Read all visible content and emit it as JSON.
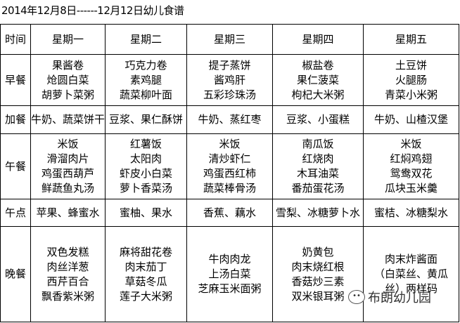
{
  "title": "2014年12月8日------12月12日幼儿食谱",
  "header": [
    "时间",
    "星期一",
    "星期二",
    "星期三",
    "星期四",
    "星期五"
  ],
  "rows": [
    {
      "label": "早餐",
      "cells": [
        [
          "果酱卷",
          "炝圆白菜",
          "胡萝卜菜粥"
        ],
        [
          "巧克力卷",
          "素鸡腿",
          "蔬菜柳叶面"
        ],
        [
          "提子蒸饼",
          "酱鸡肝",
          "五彩珍珠汤"
        ],
        [
          "椒盐卷",
          "果仁菠菜",
          "枸杞大米粥"
        ],
        [
          "土豆饼",
          "火腿肠",
          "青菜小米粥"
        ]
      ]
    },
    {
      "label": "加餐",
      "cells": [
        [
          "牛奶、蔬菜饼干"
        ],
        [
          "豆浆、果仁酥饼"
        ],
        [
          "牛奶、蒸红枣"
        ],
        [
          "豆浆、小蛋糕"
        ],
        [
          "牛奶、山楂汉堡"
        ]
      ]
    },
    {
      "label": "午餐",
      "cells": [
        [
          "米饭",
          "滑溜肉片",
          "鸡蛋西葫芦",
          "鲜蔬鱼丸汤"
        ],
        [
          "红薯饭",
          "太阳肉",
          "虾皮小白菜",
          "萝卜香菜汤"
        ],
        [
          "米饭",
          "清炒虾仁",
          "鸡蛋西红柿",
          "蔬菜棒骨汤"
        ],
        [
          "南瓜饭",
          "红烧肉",
          "木耳油菜",
          "番茄蛋花汤"
        ],
        [
          "米饭",
          "红焖鸡翅",
          "鸳鸯双花",
          "瓜块玉米羹"
        ]
      ]
    },
    {
      "label": "午点",
      "cells": [
        [
          "苹果、蜂蜜水"
        ],
        [
          "蜜柚、果水"
        ],
        [
          "香蕉、藕水"
        ],
        [
          "雪梨、冰糖萝卜水"
        ],
        [
          "蜜桔、冰糖梨水"
        ]
      ]
    },
    {
      "label": "晚餐",
      "cells": [
        [
          "双色发糕",
          "肉丝洋葱",
          "西芹百合",
          "飘香紫米粥"
        ],
        [
          "麻将甜花卷",
          "肉末茄丁",
          "草菇冬瓜",
          "莲子大米粥"
        ],
        [
          "牛肉肉龙",
          "上汤白菜",
          "芝麻玉米面粥"
        ],
        [
          "奶黄包",
          "肉末烧红根",
          "香菇炒三素",
          "双米银耳粥"
        ],
        [
          "肉末炸酱面",
          "（白菜丝、黄瓜",
          "丝）两样码"
        ]
      ]
    }
  ],
  "watermark": "布朗幼儿园"
}
